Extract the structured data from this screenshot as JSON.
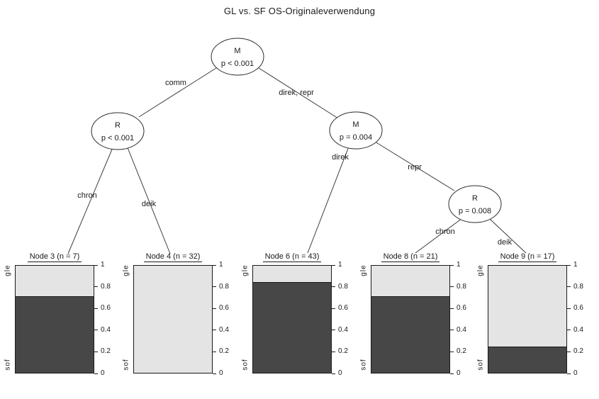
{
  "title": "GL vs. SF OS-Originaleverwendung",
  "colors": {
    "background": "#ffffff",
    "bar_dark": "#474747",
    "bar_light": "#e4e4e4",
    "line": "#3c3c3c",
    "text": "#1a1a1a"
  },
  "chart_data": {
    "type": "decision-tree-with-stacked-bars",
    "title": "GL vs. SF OS-Originaleverwendung",
    "inner_nodes": [
      {
        "label": "M",
        "pvalue": "p < 0.001"
      },
      {
        "label": "R",
        "pvalue": "p < 0.001"
      },
      {
        "label": "M",
        "pvalue": "p = 0.004"
      },
      {
        "label": "R",
        "pvalue": "p = 0.008"
      }
    ],
    "edges": [
      {
        "from": "node1-M",
        "label": "comm"
      },
      {
        "from": "node1-M",
        "label": "direk, repr"
      },
      {
        "from": "node2-R",
        "label": "chron"
      },
      {
        "from": "node2-R",
        "label": "deik"
      },
      {
        "from": "node5-M",
        "label": "direk"
      },
      {
        "from": "node5-M",
        "label": "repr"
      },
      {
        "from": "node7-R",
        "label": "chron"
      },
      {
        "from": "node7-R",
        "label": "deik"
      }
    ],
    "terminal_nodes": [
      {
        "title": "Node 3 (n = 7)",
        "n": 7,
        "sof": 0.71,
        "gle": 0.29
      },
      {
        "title": "Node 4 (n = 32)",
        "n": 32,
        "sof": 0.0,
        "gle": 1.0
      },
      {
        "title": "Node 6 (n = 43)",
        "n": 43,
        "sof": 0.84,
        "gle": 0.16
      },
      {
        "title": "Node 8 (n = 21)",
        "n": 21,
        "sof": 0.71,
        "gle": 0.29
      },
      {
        "title": "Node 9 (n = 17)",
        "n": 17,
        "sof": 0.24,
        "gle": 0.76
      }
    ],
    "y_axis": {
      "range": [
        0,
        1
      ],
      "ticks": [
        0,
        0.2,
        0.4,
        0.6,
        0.8,
        1
      ],
      "tick_labels": [
        "0",
        "0.2",
        "0.4",
        "0.6",
        "0.8",
        "1"
      ]
    },
    "category_labels": {
      "top": "gle",
      "bottom": "sof"
    },
    "grid": false,
    "legend_position": "none"
  }
}
